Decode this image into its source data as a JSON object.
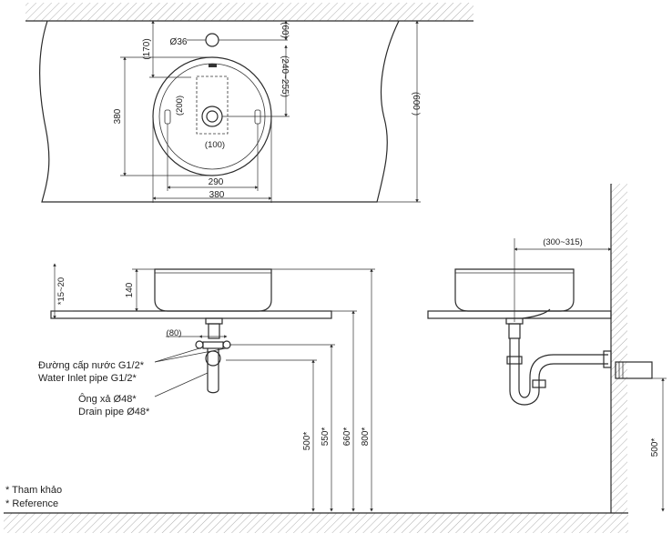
{
  "top_view": {
    "dims": {
      "d170": "(170)",
      "d36": "Ø36",
      "d60": "(60)",
      "d240_255": "(240~255)",
      "d600": "(600 )",
      "d380_v": "380",
      "d200": "(200)",
      "d100": "(100)",
      "d290": "290",
      "d380_h": "380"
    }
  },
  "front_view": {
    "dims": {
      "d15_20": "*15~20",
      "d140": "140",
      "d80": "(80)",
      "d500": "500*",
      "d550": "550*",
      "d660": "660*",
      "d800": "800*"
    },
    "labels": {
      "inlet_vi": "Đường cấp nước G1/2*",
      "inlet_en": "Water Inlet pipe G1/2*",
      "drain_vi": "Ông xả Ø48*",
      "drain_en": "Drain pipe Ø48*"
    }
  },
  "side_view": {
    "dims": {
      "d300_315": "(300~315)",
      "d500": "500*"
    }
  },
  "notes": {
    "vi": "* Tham khảo",
    "en": "* Reference"
  }
}
